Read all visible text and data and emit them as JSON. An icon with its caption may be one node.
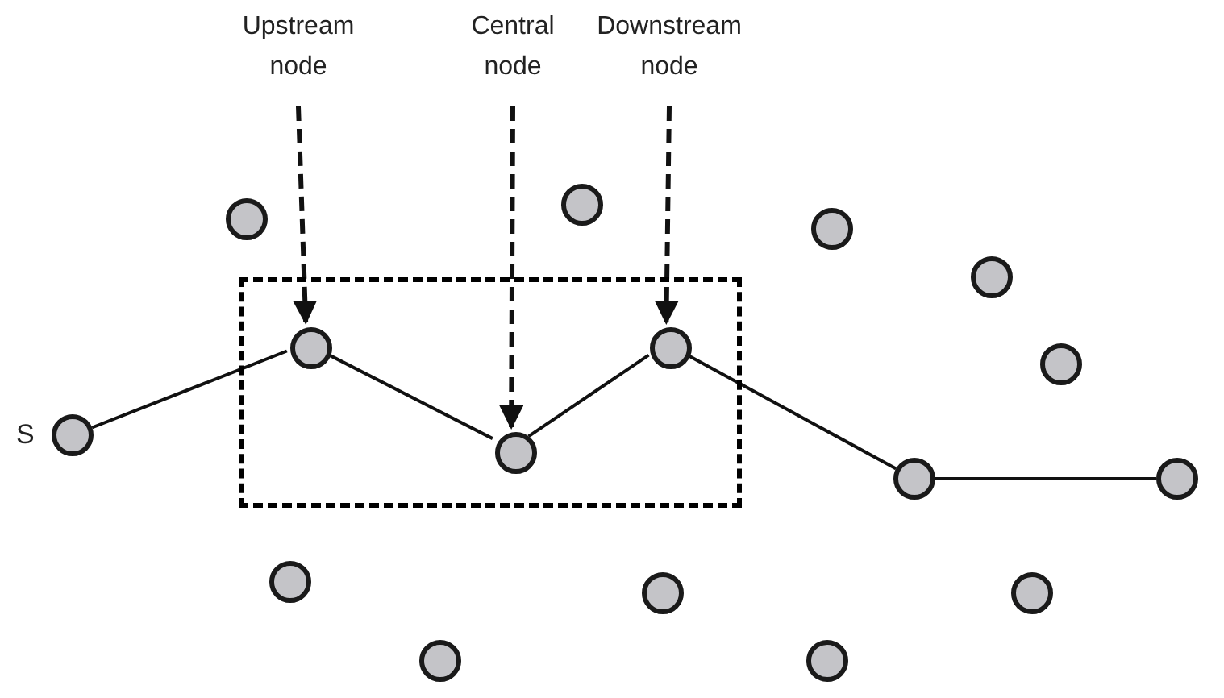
{
  "diagram": {
    "nodes": [
      {
        "text": [
          "Upstream node"
        ]
      },
      {
        "text": [
          "Central node"
        ]
      },
      {
        "text": [
          "Downstream node"
        ]
      },
      {
        "text": [],
        "shape": "box"
      },
      {
        "text": [],
        "shape": "circle"
      },
      {
        "text": [],
        "shape": "circle"
      },
      {
        "text": [],
        "shape": "circle"
      },
      {
        "text": [],
        "shape": "circle"
      },
      {
        "text": [],
        "shape": "circle",
        "in": 3
      },
      {
        "text": [],
        "shape": "circle",
        "in": 3
      },
      {
        "text": [],
        "shape": "circle"
      },
      {
        "text": [],
        "shape": "circle",
        "beside": [
          "S"
        ]
      },
      {
        "text": [],
        "shape": "circle",
        "in": 3
      },
      {
        "text": [],
        "shape": "circle"
      },
      {
        "text": [],
        "shape": "circle"
      },
      {
        "text": [],
        "shape": "circle"
      },
      {
        "text": [],
        "shape": "circle"
      },
      {
        "text": [],
        "shape": "circle"
      },
      {
        "text": [],
        "shape": "circle"
      },
      {
        "text": [],
        "shape": "circle"
      }
    ],
    "edges": [
      {
        "from": 0,
        "to": 8,
        "arrow": "to",
        "style": "dashed"
      },
      {
        "from": 1,
        "to": 12,
        "arrow": "to",
        "style": "dashed"
      },
      {
        "from": 2,
        "to": 9,
        "arrow": "to",
        "style": "dashed"
      },
      {
        "from": 11,
        "to": 8,
        "arrow": "none"
      },
      {
        "from": 8,
        "to": 12,
        "arrow": "none"
      },
      {
        "from": 12,
        "to": 9,
        "arrow": "none"
      },
      {
        "from": 9,
        "to": 13,
        "arrow": "none"
      },
      {
        "from": 13,
        "to": 14,
        "arrow": "none"
      }
    ]
  }
}
